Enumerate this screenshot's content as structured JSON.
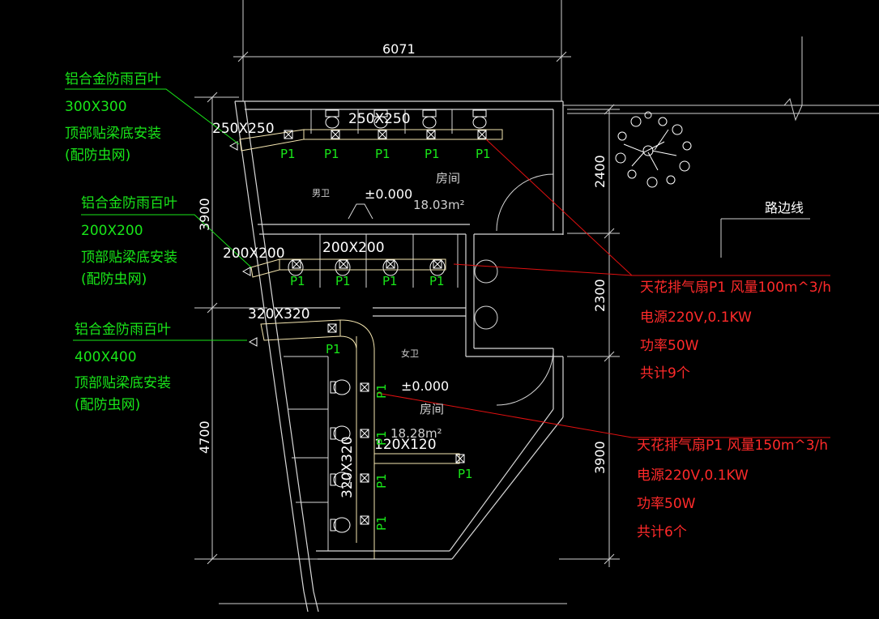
{
  "colors": {
    "background": "#000000",
    "wall": "#d8d8d8",
    "duct": "#f5e6b0",
    "fan": "#ffffff",
    "green": "#19e619",
    "red": "#ff2a2a",
    "leader_red": "#e01010"
  },
  "dimensions": {
    "top": "6071",
    "left_upper": "3900",
    "left_lower": "4700",
    "right_upper": "2400",
    "right_middle": "2300",
    "right_lower": "3900"
  },
  "louvers": [
    {
      "title": "铝合金防雨百叶",
      "size": "300X300",
      "mount": "顶部贴梁底安装",
      "note": "(配防虫网)"
    },
    {
      "title": "铝合金防雨百叶",
      "size": "200X200",
      "mount": "顶部贴梁底安装",
      "note": "(配防虫网)"
    },
    {
      "title": "铝合金防雨百叶",
      "size": "400X400",
      "mount": "顶部贴梁底安装",
      "note": "(配防虫网)"
    }
  ],
  "duct_sizes": {
    "upper_left": "250X250",
    "upper_right": "250X250",
    "middle_left": "200X200",
    "middle_right": "200X200",
    "lower_main": "320X320",
    "lower_vertical": "320X320",
    "lower_branch": "120X120"
  },
  "fan_tag": "P1",
  "rooms": {
    "mens": {
      "name": "男卫",
      "elevation": "±0.000",
      "room_label": "房间",
      "area": "18.03m²"
    },
    "womens": {
      "name": "女卫",
      "elevation": "±0.000",
      "room_label": "房间",
      "area": "18.28m²"
    }
  },
  "road_label": "路边线",
  "specs": [
    {
      "line1": "天花排气扇P1   风量100m^3/h",
      "line2": "电源220V,0.1KW",
      "line3": "功率50W",
      "line4": "共计9个"
    },
    {
      "line1": "天花排气扇P1   风量150m^3/h",
      "line2": "电源220V,0.1KW",
      "line3": "功率50W",
      "line4": "共计6个"
    }
  ]
}
